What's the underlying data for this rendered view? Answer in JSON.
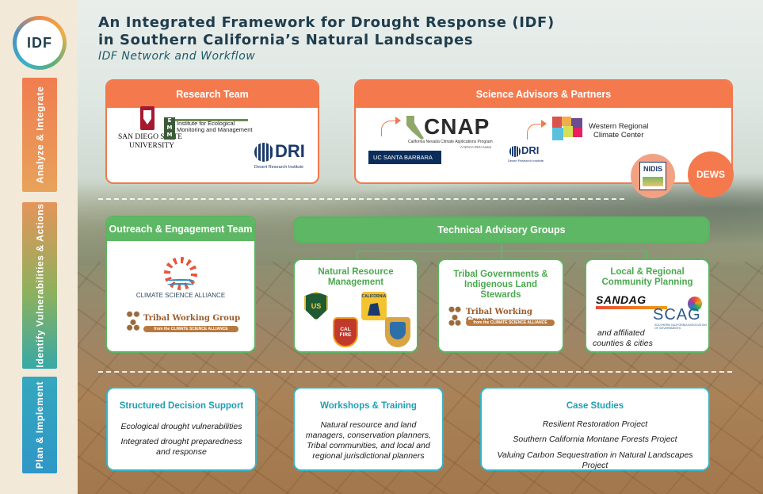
{
  "logo": {
    "text": "IDF"
  },
  "stages": [
    {
      "label": "Analyze & Integrate"
    },
    {
      "label": "Identify Vulnerabilities & Actions"
    },
    {
      "label": "Plan & Implement"
    }
  ],
  "header": {
    "title_line1": "An Integrated Framework for Drought Response (IDF)",
    "title_line2": "in Southern California’s Natural Landscapes",
    "subtitle": "IDF Network and Workflow"
  },
  "research_team": {
    "title": "Research Team",
    "iemm_text": "Institute for Ecological Monitoring and Management",
    "sdsu_line1": "SAN DIEGO STATE",
    "sdsu_line2": "UNIVERSITY",
    "dri_text": "DRI",
    "dri_sub": "Desert Research Institute"
  },
  "science_advisors": {
    "title": "Science Advisors & Partners",
    "cnap_text": "CNAP",
    "cnap_sub": "California Nevada Climate Applications Program",
    "cnap_sub2": "A NOAA RISA team",
    "ucsb": "UC SANTA BARBARA",
    "dri_text": "DRI",
    "dri_sub": "Desert Research Institute",
    "wrcc_line1": "Western Regional",
    "wrcc_line2": "Climate Center",
    "nidis": "NIDIS",
    "dews": "DEWS"
  },
  "outreach": {
    "title": "Outreach & Engagement Team",
    "csa": "CLIMATE SCIENCE ALLIANCE",
    "twg": "Tribal Working Group",
    "twg_banner": "from the CLIMATE SCIENCE ALLIANCE"
  },
  "tag": {
    "title": "Technical Advisory Groups",
    "groups": [
      {
        "title": "Natural Resource Management"
      },
      {
        "title": "Tribal Governments & Indigenous Land Stewards"
      },
      {
        "title": "Local & Regional Community Planning"
      }
    ],
    "nrm_logos": {
      "usfs": "US",
      "ca": "CALIFORNIA",
      "calfire": "CAL FIRE"
    },
    "twg": "Tribal Working Group",
    "twg_banner": "from the CLIMATE SCIENCE ALLIANCE",
    "sandag": "SANDAG",
    "scag": "SCAG",
    "scag_sub": "SOUTHERN CALIFORNIA ASSOCIATION OF GOVERNMENTS",
    "affiliated_line1": "and affiliated",
    "affiliated_line2": "counties & cities"
  },
  "plan": [
    {
      "title": "Structured Decision Support",
      "items": [
        "Ecological drought vulnerabilities",
        "Integrated drought preparedness and response"
      ]
    },
    {
      "title": "Workshops & Training",
      "items": [
        "Natural resource and land managers, conservation planners, Tribal communities, and local and regional jurisdictional planners"
      ]
    },
    {
      "title": "Case Studies",
      "items": [
        "Resilient Restoration Project",
        "Southern California Montane Forests Project",
        "Valuing Carbon Sequestration in Natural Landscapes Project"
      ]
    }
  ],
  "colors": {
    "orange": "#f47a4e",
    "green": "#5db764",
    "teal": "#39b3c3",
    "navy": "#1f3d4d"
  }
}
